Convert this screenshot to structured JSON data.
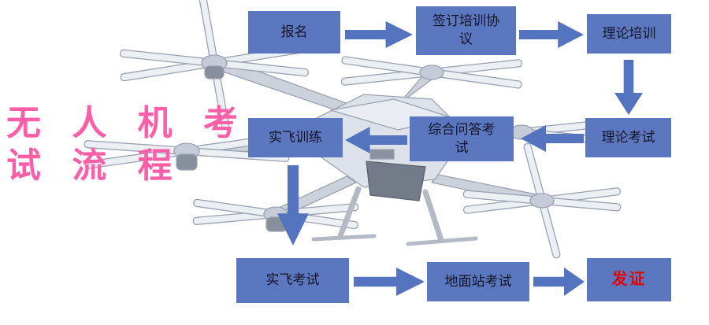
{
  "title": {
    "line1": "无 人 机 考",
    "line2": "试 流 程"
  },
  "colors": {
    "box": "#5b77c0",
    "arrow": "#5574bf",
    "title": "#ff5fa8",
    "cert": "#e60000",
    "boxtext": "#141428"
  },
  "flow": {
    "nodes": [
      {
        "id": "baoming",
        "label": "报名"
      },
      {
        "id": "qianding",
        "label": "签订培训协议"
      },
      {
        "id": "lilunpeixun",
        "label": "理论培训"
      },
      {
        "id": "lilunkaoshi",
        "label": "理论考试"
      },
      {
        "id": "zonghe",
        "label": "综合问答考试"
      },
      {
        "id": "shifeixunlian",
        "label": "实飞训练"
      },
      {
        "id": "shifeikaoshi",
        "label": "实飞考试"
      },
      {
        "id": "dimianzhan",
        "label": "地面站考试"
      },
      {
        "id": "fazheng",
        "label": "发证"
      }
    ],
    "connections": [
      {
        "from": "报名",
        "to": "签订培训协议",
        "direction": "right"
      },
      {
        "from": "签订培训协议",
        "to": "理论培训",
        "direction": "right"
      },
      {
        "from": "理论培训",
        "to": "理论考试",
        "direction": "down"
      },
      {
        "from": "理论考试",
        "to": "综合问答考试",
        "direction": "left"
      },
      {
        "from": "综合问答考试",
        "to": "实飞训练",
        "direction": "left"
      },
      {
        "from": "实飞训练",
        "to": "实飞考试",
        "direction": "down"
      },
      {
        "from": "实飞考试",
        "to": "地面站考试",
        "direction": "right"
      },
      {
        "from": "地面站考试",
        "to": "发证",
        "direction": "right"
      }
    ]
  }
}
